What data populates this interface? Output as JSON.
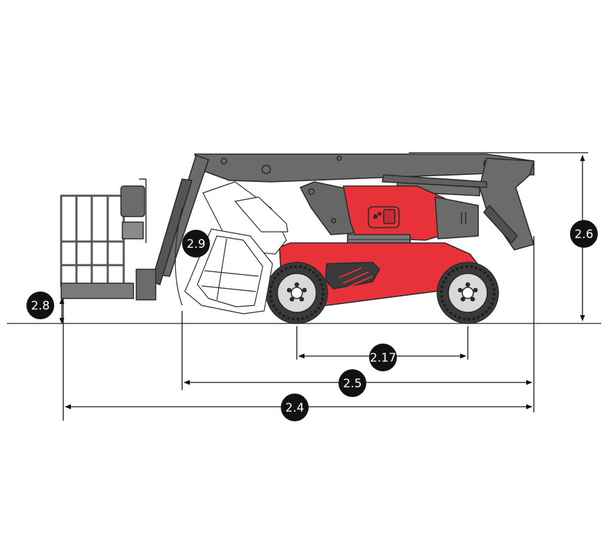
{
  "machine": {
    "body_color": "#e8323a",
    "arm_color": "#6b6b6b",
    "outline_color": "#2a2a2a",
    "tire_color": "#3a3a3a",
    "hub_color": "#d9d9d9"
  },
  "dimensions": [
    {
      "id": "platform-height",
      "label": "2.8"
    },
    {
      "id": "tailswing",
      "label": "2.9"
    },
    {
      "id": "stowed-height",
      "label": "2.6"
    },
    {
      "id": "wheelbase",
      "label": "2.17"
    },
    {
      "id": "length-without-platform",
      "label": "2.5"
    },
    {
      "id": "overall-length",
      "label": "2.4"
    }
  ],
  "badge_color": "#111111"
}
